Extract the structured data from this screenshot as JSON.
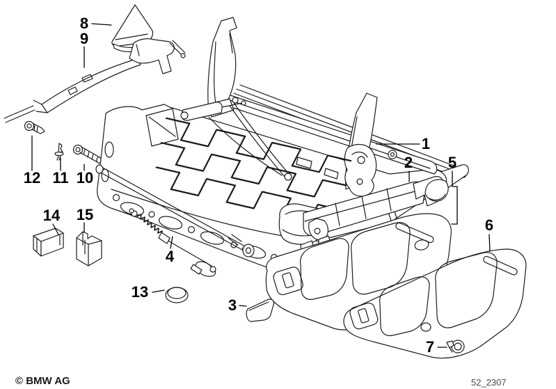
{
  "page": {
    "background": "#ffffff",
    "line_color": "#1c1c1c"
  },
  "footer": {
    "copyright": "© BMW AG",
    "diagram_code": "52_2307"
  },
  "callouts": {
    "c1": {
      "label": "1"
    },
    "c2": {
      "label": "2"
    },
    "c3": {
      "label": "3"
    },
    "c4": {
      "label": "4"
    },
    "c5": {
      "label": "5"
    },
    "c6": {
      "label": "6"
    },
    "c7": {
      "label": "7"
    },
    "c8": {
      "label": "8"
    },
    "c9": {
      "label": "9"
    },
    "c10": {
      "label": "10"
    },
    "c11": {
      "label": "11"
    },
    "c12": {
      "label": "12"
    },
    "c13": {
      "label": "13"
    },
    "c14": {
      "label": "14"
    },
    "c15": {
      "label": "15"
    }
  }
}
